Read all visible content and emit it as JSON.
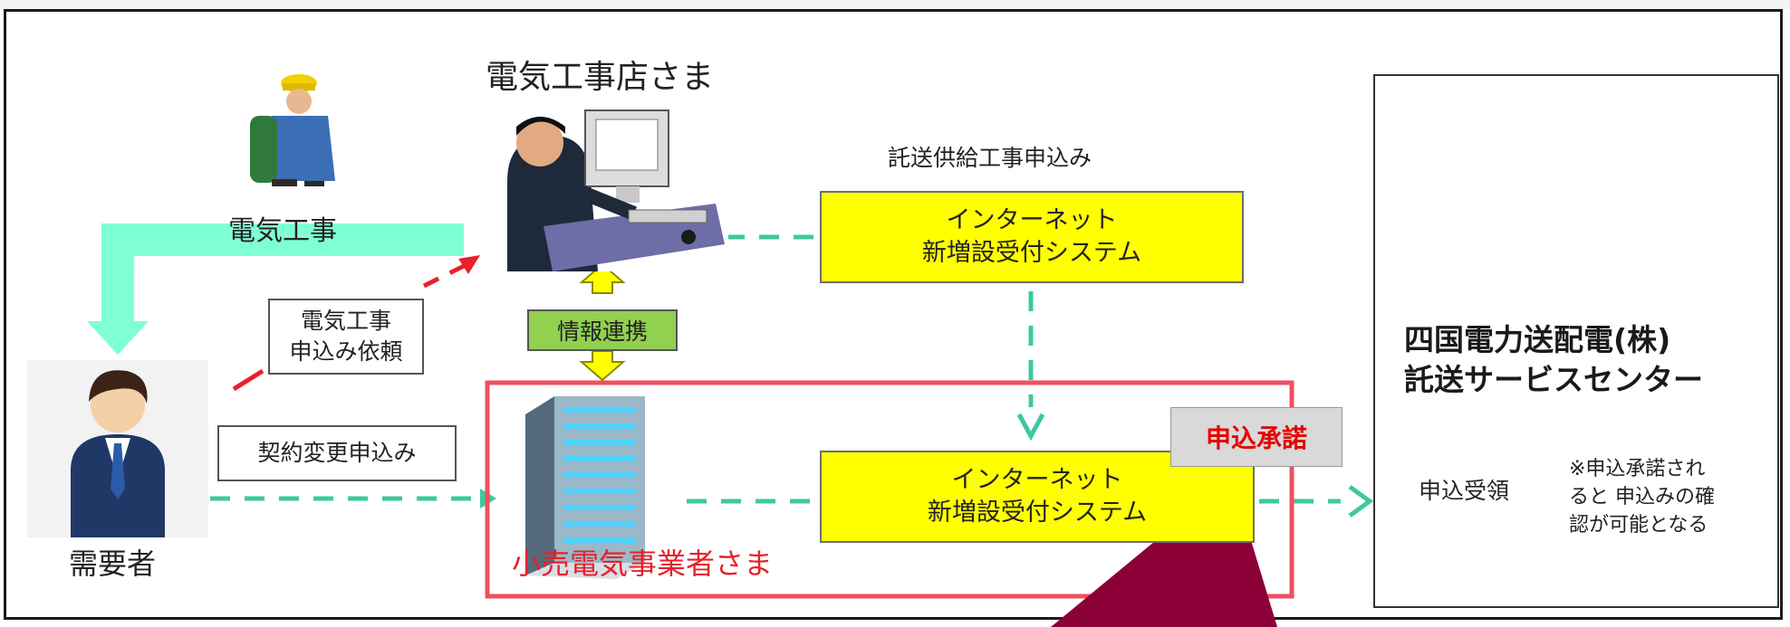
{
  "diagram": {
    "actors": {
      "electrician_label": "電気工事店さま",
      "customer_label": "需要者",
      "retailer_label": "小売電気事業者さま"
    },
    "labels": {
      "electrical_work": "電気工事",
      "consignment_application": "託送供給工事申込み"
    },
    "boxes": {
      "work_request": [
        "電気工事",
        "申込み依頼"
      ],
      "contract_change": "契約変更申込み",
      "info_link": "情報連携",
      "internet_system_top": [
        "インターネット",
        "新増設受付システム"
      ],
      "internet_system_bottom": [
        "インターネット",
        "新増設受付システム"
      ],
      "application_approval": "申込承諾",
      "application_receipt": "申込受領"
    },
    "service_center": {
      "title_line1": "四国電力送配電(株)",
      "title_line2": "託送サービスセンター",
      "note": [
        "※申込承諾され",
        "ると 申込みの確",
        "認が可能となる"
      ]
    },
    "colors": {
      "yellow": "#ffff00",
      "green_box": "#92d050",
      "teal_dash": "#3ec8a0",
      "cyan_arrow": "#7fffd4",
      "red_dash": "#e8202a",
      "retailer_border": "#f05060",
      "approval_text": "#e60000",
      "overlay_shape": "#8b0036"
    }
  }
}
